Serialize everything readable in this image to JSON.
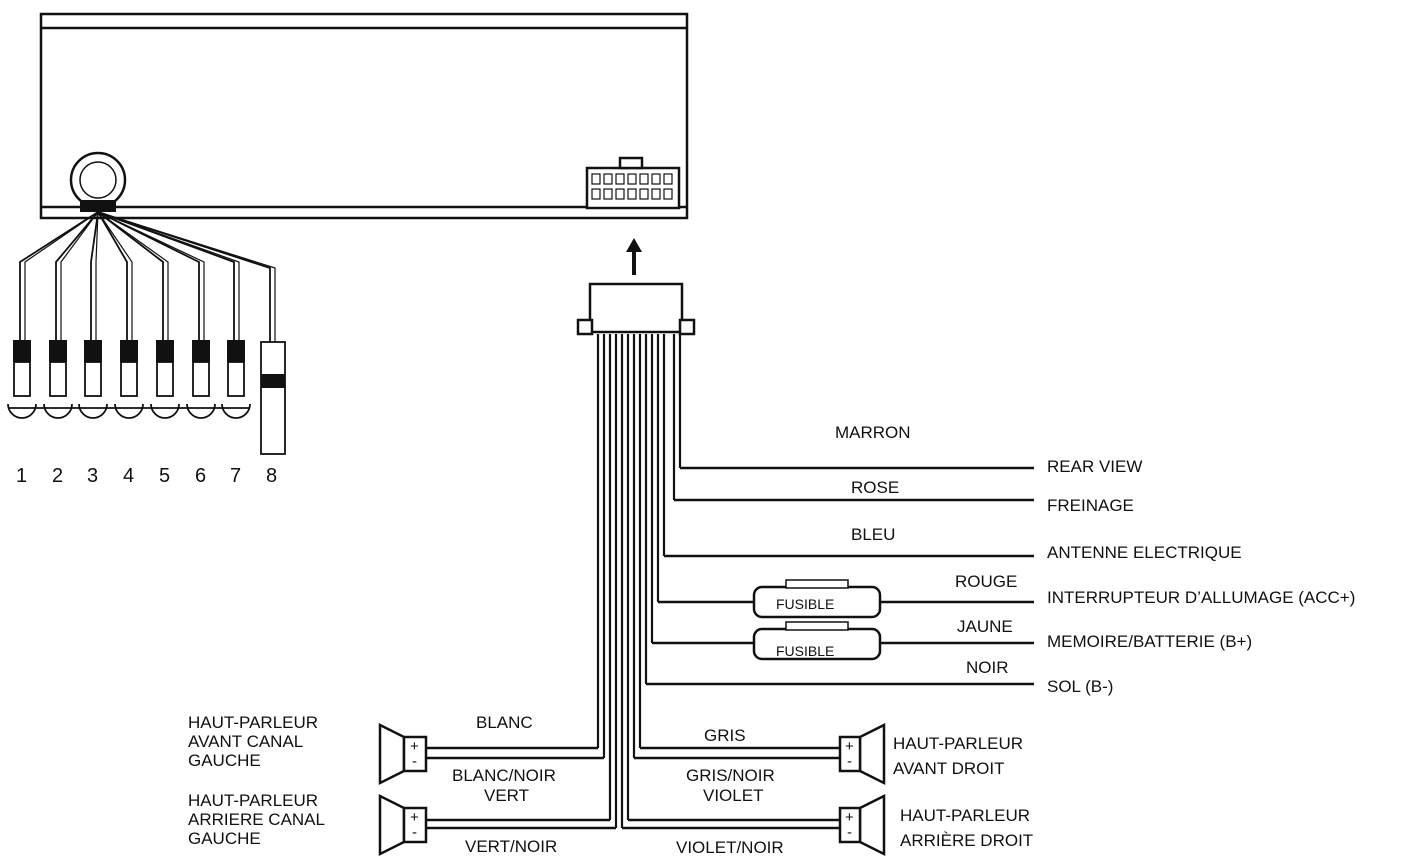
{
  "rca_pins": [
    "1",
    "2",
    "3",
    "4",
    "5",
    "6",
    "7",
    "8"
  ],
  "wires": {
    "brown": "MARRON",
    "pink": "ROSE",
    "blue": "BLEU",
    "red": "ROUGE",
    "yellow": "JAUNE",
    "black": "NOIR",
    "white": "BLANC",
    "white_black": "BLANC/NOIR",
    "green": "VERT",
    "green_black": "VERT/NOIR",
    "gray": "GRIS",
    "gray_black": "GRIS/NOIR",
    "violet": "VIOLET",
    "violet_black": "VIOLET/NOIR"
  },
  "destinations": {
    "rear_view": "REAR VIEW",
    "brake": "FREINAGE",
    "power_antenna": "ANTENNE ELECTRIQUE",
    "ignition": "INTERRUPTEUR D’ALLUMAGE (ACC+)",
    "memory": "MEMOIRE/BATTERIE (B+)",
    "ground": "SOL (B-)"
  },
  "fuse_label": "FUSIBLE",
  "speakers": {
    "front_left": "HAUT-PARLEUR\nAVANT CANAL\nGAUCHE",
    "rear_left": "HAUT-PARLEUR\nARRIERE CANAL\nGAUCHE",
    "front_right": "HAUT-PARLEUR\nAVANT DROIT",
    "rear_right": "HAUT-PARLEUR\nARRIÈRE DROIT"
  },
  "terminal_symbols": {
    "plus": "+",
    "minus": "-"
  }
}
